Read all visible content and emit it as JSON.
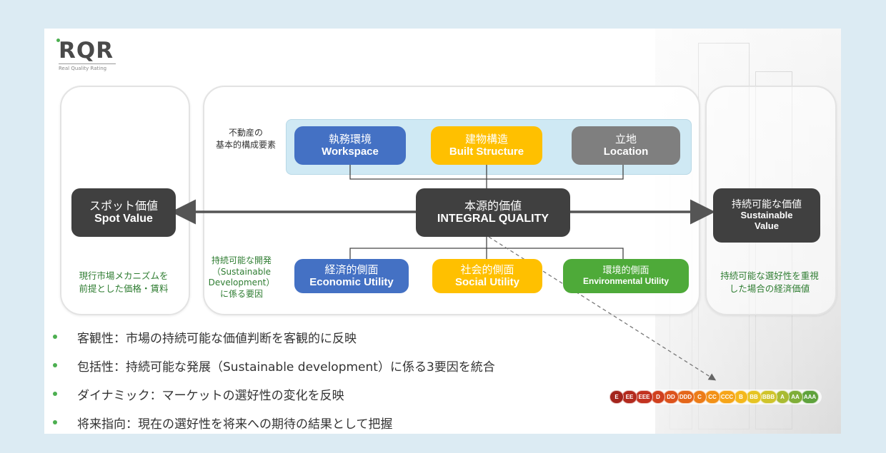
{
  "logo": {
    "mark": "RQR",
    "tagline": "Real Quality Rating"
  },
  "left_panel": {
    "box_jp": "スポット価値",
    "box_en": "Spot Value",
    "caption_line1": "現行市場メカニズムを",
    "caption_line2": "前提とした価格・賃料"
  },
  "top_band": {
    "label_line1": "不動産の",
    "label_line2": "基本的構成要素",
    "items": [
      {
        "jp": "執務環境",
        "en": "Workspace"
      },
      {
        "jp": "建物構造",
        "en": "Built Structure"
      },
      {
        "jp": "立地",
        "en": "Location"
      }
    ]
  },
  "center": {
    "jp": "本源的価値",
    "en": "INTEGRAL QUALITY"
  },
  "bottom_row": {
    "label_line1": "持続可能な開発",
    "label_line2": "（Sustainable",
    "label_line3": "Development）",
    "label_line4": "に係る要因",
    "items": [
      {
        "jp": "経済的側面",
        "en": "Economic Utility"
      },
      {
        "jp": "社会的側面",
        "en": "Social Utility"
      },
      {
        "jp": "環境的側面",
        "en": "Environmental Utility"
      }
    ]
  },
  "right_panel": {
    "box_jp": "持続可能な価値",
    "box_en1": "Sustainable",
    "box_en2": "Value",
    "caption_line1": "持続可能な選好性を重視",
    "caption_line2": "した場合の経済価値"
  },
  "bullets": [
    "客観性：市場の持続可能な価値判断を客観的に反映",
    "包括性：持続可能な発展（Sustainable development）に係る3要因を統合",
    "ダイナミック：マーケットの選好性の変化を反映",
    "将来指向：現在の選好性を将来への期待の結果として把握"
  ],
  "rating_scale": [
    "E",
    "EE",
    "EEE",
    "D",
    "DD",
    "DDD",
    "C",
    "CC",
    "CCC",
    "B",
    "BB",
    "BBB",
    "A",
    "AA",
    "AAA"
  ],
  "colors": {
    "blue": "#4471c4",
    "yellow": "#ffc000",
    "gray": "#7f7f7f",
    "dark": "#404040",
    "green": "#4eaa39",
    "bullet": "#4caf50",
    "rating": [
      "#a3241c",
      "#b32a1e",
      "#c23220",
      "#d0401e",
      "#dc521c",
      "#e4661a",
      "#ec7c18",
      "#f29117",
      "#f6a518",
      "#f4b81c",
      "#e6c423",
      "#cfc42c",
      "#a9bb32",
      "#7fae38",
      "#5ea23c"
    ]
  }
}
